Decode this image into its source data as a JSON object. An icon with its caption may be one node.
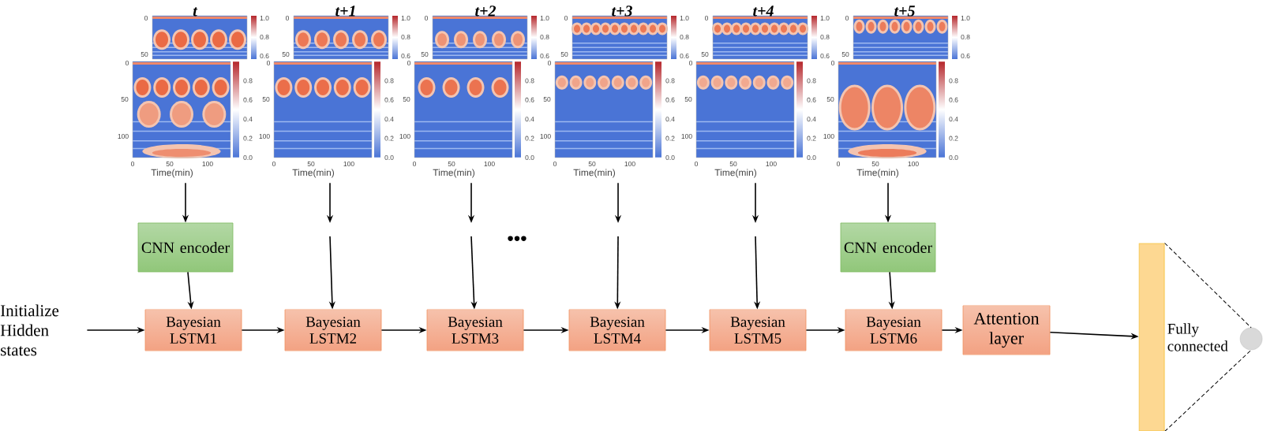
{
  "diagram": {
    "nodes": [
      {
        "text": [
          "t"
        ],
        "beside": [
          "0",
          "50",
          "1.0",
          "0.8",
          "0.6",
          "0",
          "50",
          "100",
          "0",
          "50",
          "100",
          "Time(min)",
          "0.8",
          "0.6",
          "0.4",
          "0.2",
          "0.0"
        ]
      },
      {
        "text": [
          "t+1"
        ],
        "beside": [
          "0",
          "50",
          "1.0",
          "0.8",
          "0.6",
          "0",
          "50",
          "100",
          "0",
          "50",
          "100",
          "Time(min)",
          "0.8",
          "0.6",
          "0.4",
          "0.2",
          "0.0"
        ]
      },
      {
        "text": [
          "t+2"
        ],
        "beside": [
          "0",
          "50",
          "1.0",
          "0.8",
          "0.6",
          "0",
          "50",
          "100",
          "0",
          "50",
          "100",
          "Time(min)",
          "0.8",
          "0.6",
          "0.4",
          "0.2",
          "0.0"
        ]
      },
      {
        "text": [
          "t+3"
        ],
        "beside": [
          "0",
          "50",
          "1.0",
          "0.8",
          "0.6",
          "0",
          "50",
          "100",
          "0",
          "50",
          "100",
          "Time(min)",
          "0.8",
          "0.6",
          "0.4",
          "0.2",
          "0.0"
        ]
      },
      {
        "text": [
          "t+4"
        ],
        "beside": [
          "0",
          "50",
          "1.0",
          "0.8",
          "0.6",
          "0",
          "50",
          "100",
          "0",
          "50",
          "100",
          "Time(min)",
          "0.8",
          "0.6",
          "0.4",
          "0.2",
          "0.0"
        ]
      },
      {
        "text": [
          "t+5"
        ],
        "beside": [
          "0",
          "50",
          "1.0",
          "0.8",
          "0.6",
          "0",
          "50",
          "100",
          "0",
          "50",
          "100",
          "Time(min)",
          "0.8",
          "0.6",
          "0.4",
          "0.2",
          "0.0"
        ]
      },
      {
        "text": [
          "CNN encoder"
        ]
      },
      {
        "text": [
          "CNN encoder"
        ]
      },
      {
        "text": [
          "Initialize Hidden states"
        ]
      },
      {
        "text": [
          "Bayesian LSTM1"
        ]
      },
      {
        "text": [
          "Bayesian LSTM2"
        ]
      },
      {
        "text": [
          "Bayesian LSTM3"
        ]
      },
      {
        "text": [
          "Bayesian LSTM4"
        ]
      },
      {
        "text": [
          "Bayesian LSTM5"
        ]
      },
      {
        "text": [
          "Bayesian LSTM6"
        ]
      },
      {
        "text": [
          "Attention layer"
        ]
      },
      {
        "text": [
          "Fully connected"
        ]
      },
      {
        "text": [],
        "shape": "circle"
      }
    ],
    "edges": [
      {
        "from": 0,
        "to": 6,
        "arrow": "to"
      },
      {
        "from": 6,
        "to": 9,
        "arrow": "to"
      },
      {
        "from": 1,
        "to": null,
        "arrow": "to"
      },
      {
        "from": null,
        "to": 10,
        "arrow": "to"
      },
      {
        "from": 2,
        "to": null,
        "arrow": "to"
      },
      {
        "from": null,
        "to": 11,
        "arrow": "to"
      },
      {
        "from": 3,
        "to": null,
        "arrow": "to"
      },
      {
        "from": null,
        "to": 12,
        "arrow": "to"
      },
      {
        "from": 4,
        "to": null,
        "arrow": "to"
      },
      {
        "from": null,
        "to": 13,
        "arrow": "to"
      },
      {
        "from": 5,
        "to": 7,
        "arrow": "to"
      },
      {
        "from": 7,
        "to": 14,
        "arrow": "to"
      },
      {
        "from": 8,
        "to": 9,
        "arrow": "to"
      },
      {
        "from": 9,
        "to": 10,
        "arrow": "to"
      },
      {
        "from": 10,
        "to": 11,
        "arrow": "to"
      },
      {
        "from": 11,
        "to": 12,
        "arrow": "to"
      },
      {
        "from": 12,
        "to": 13,
        "arrow": "to"
      },
      {
        "from": 13,
        "to": 14,
        "arrow": "to"
      },
      {
        "from": 14,
        "to": 15,
        "arrow": "to"
      },
      {
        "from": 15,
        "to": 16,
        "arrow": "to"
      },
      {
        "from": 16,
        "to": 17,
        "arrow": "none",
        "style": "dashed"
      },
      {
        "from": 16,
        "to": 17,
        "arrow": "none",
        "style": "dashed"
      }
    ],
    "labels": [
      "•••"
    ]
  }
}
